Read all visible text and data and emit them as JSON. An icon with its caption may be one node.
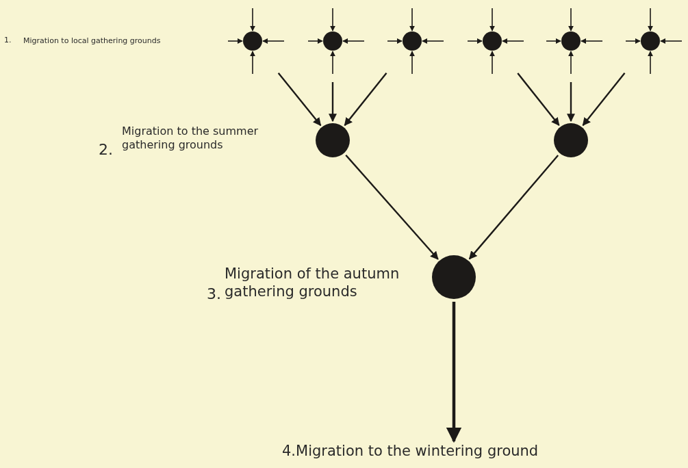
{
  "diagram": {
    "nodes": [
      {
        "text": [],
        "shape": "circle"
      },
      {
        "text": [],
        "shape": "circle"
      },
      {
        "text": [],
        "shape": "circle"
      },
      {
        "text": [],
        "shape": "circle"
      },
      {
        "text": [],
        "shape": "circle"
      },
      {
        "text": [],
        "shape": "circle"
      },
      {
        "text": [],
        "shape": "circle"
      },
      {
        "text": [],
        "shape": "circle"
      },
      {
        "text": [],
        "shape": "circle"
      },
      {
        "text": [
          "4.Migration to the wintering ground"
        ]
      }
    ],
    "edges": [
      {
        "from": null,
        "to": 0,
        "arrow": "to"
      },
      {
        "from": null,
        "to": 0,
        "arrow": "to"
      },
      {
        "from": null,
        "to": 0,
        "arrow": "to"
      },
      {
        "from": null,
        "to": 0,
        "arrow": "to"
      },
      {
        "from": null,
        "to": 1,
        "arrow": "to"
      },
      {
        "from": null,
        "to": 1,
        "arrow": "to"
      },
      {
        "from": null,
        "to": 1,
        "arrow": "to"
      },
      {
        "from": null,
        "to": 1,
        "arrow": "to"
      },
      {
        "from": null,
        "to": 2,
        "arrow": "to"
      },
      {
        "from": null,
        "to": 2,
        "arrow": "to"
      },
      {
        "from": null,
        "to": 2,
        "arrow": "to"
      },
      {
        "from": null,
        "to": 2,
        "arrow": "to"
      },
      {
        "from": null,
        "to": 3,
        "arrow": "to"
      },
      {
        "from": null,
        "to": 3,
        "arrow": "to"
      },
      {
        "from": null,
        "to": 3,
        "arrow": "to"
      },
      {
        "from": null,
        "to": 3,
        "arrow": "to"
      },
      {
        "from": null,
        "to": 4,
        "arrow": "to"
      },
      {
        "from": null,
        "to": 4,
        "arrow": "to"
      },
      {
        "from": null,
        "to": 4,
        "arrow": "to"
      },
      {
        "from": null,
        "to": 4,
        "arrow": "to"
      },
      {
        "from": null,
        "to": 5,
        "arrow": "to"
      },
      {
        "from": null,
        "to": 5,
        "arrow": "to"
      },
      {
        "from": null,
        "to": 5,
        "arrow": "to"
      },
      {
        "from": null,
        "to": 5,
        "arrow": "to"
      },
      {
        "from": 0,
        "to": 6,
        "arrow": "to"
      },
      {
        "from": 1,
        "to": 6,
        "arrow": "to"
      },
      {
        "from": 2,
        "to": 6,
        "arrow": "to"
      },
      {
        "from": 3,
        "to": 7,
        "arrow": "to"
      },
      {
        "from": 4,
        "to": 7,
        "arrow": "to"
      },
      {
        "from": 5,
        "to": 7,
        "arrow": "to"
      },
      {
        "from": 6,
        "to": 8,
        "arrow": "to"
      },
      {
        "from": 7,
        "to": 8,
        "arrow": "to"
      },
      {
        "from": 8,
        "to": 9,
        "arrow": "to",
        "style": "thick"
      }
    ],
    "labels": [
      "1.",
      "Migration to local gathering grounds",
      "2.",
      "Migration to the summer gathering grounds",
      "3.",
      "Migration of the autumn gathering grounds"
    ]
  }
}
